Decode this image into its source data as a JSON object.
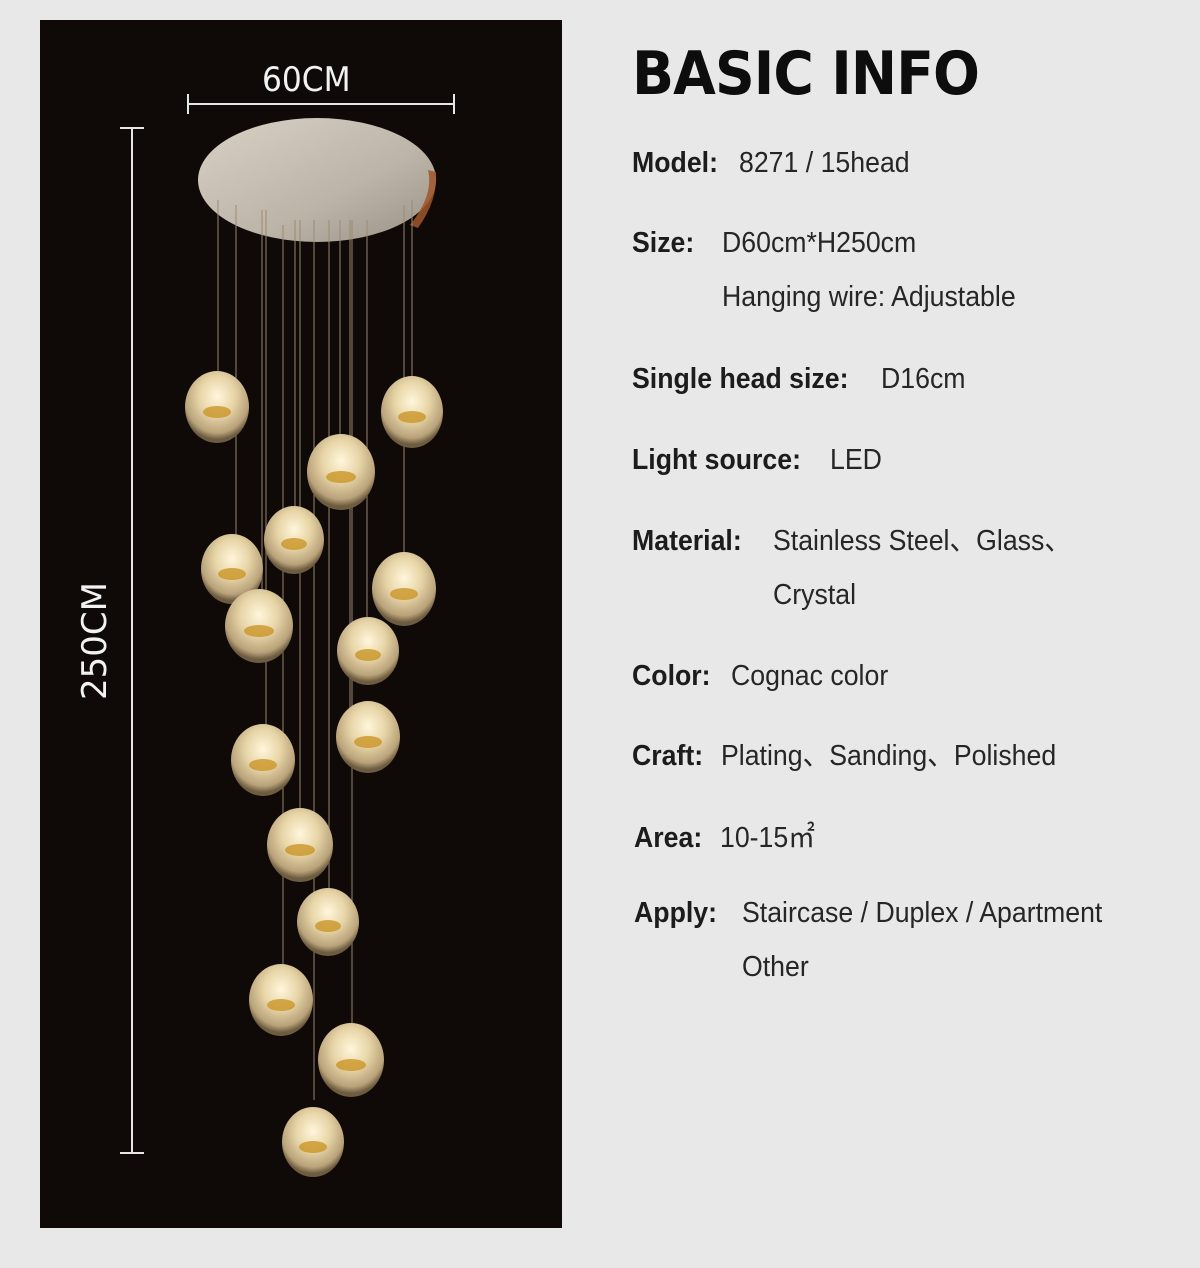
{
  "product_image": {
    "background_color": "#0f0a08",
    "width_dimension": "60CM",
    "height_dimension": "250CM",
    "pendant_count": 15,
    "glass_color": "#e9d9b0",
    "accent_gold": "#c8901e"
  },
  "info": {
    "title": "BASIC INFO",
    "specs": [
      {
        "label": "Model:",
        "values": [
          "8271 / 15head"
        ]
      },
      {
        "label": "Size:",
        "values": [
          "D60cm*H250cm",
          "Hanging wire: Adjustable"
        ]
      },
      {
        "label": "Single head size:",
        "values": [
          "D16cm"
        ]
      },
      {
        "label": "Light source:",
        "values": [
          "LED"
        ]
      },
      {
        "label": "Material:",
        "values": [
          "Stainless Steel、Glass、",
          "Crystal"
        ]
      },
      {
        "label": "Color:",
        "values": [
          "Cognac color"
        ]
      },
      {
        "label": "Craft:",
        "values": [
          "Plating、Sanding、Polished"
        ]
      },
      {
        "label": "Area:",
        "values": [
          "10-15㎡"
        ]
      },
      {
        "label": "Apply:",
        "values": [
          "Staircase / Duplex / Apartment",
          "Other"
        ]
      }
    ]
  }
}
